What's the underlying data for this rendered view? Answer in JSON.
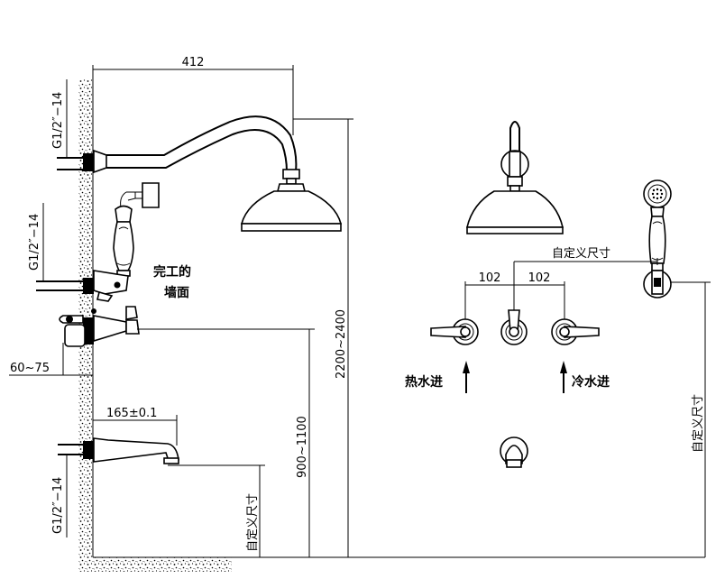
{
  "dimensions": {
    "top_width": "412",
    "thread_top": "G1/2″−14",
    "thread_mid": "G1/2″−14",
    "thread_bottom": "G1/2″−14",
    "wall_offset": "60~75",
    "spout_length": "165±0.1",
    "valve_height": "900~1100",
    "head_height": "2200~2400",
    "spacing_left": "102",
    "spacing_right": "102",
    "custom_size_top": "自定义尺寸",
    "custom_size_left": "自定义尺寸",
    "custom_size_right": "自定义尺寸"
  },
  "labels": {
    "finished_wall_line1": "完工的",
    "finished_wall_line2": "墙面",
    "hot_water_in": "热水进",
    "cold_water_in": "冷水进"
  }
}
